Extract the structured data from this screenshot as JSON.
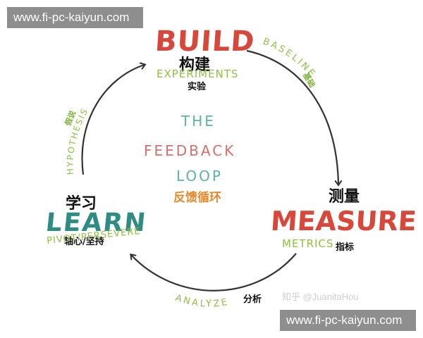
{
  "banners": {
    "top": "www.fi-pc-kaiyun.com",
    "bottom": "www.fi-pc-kaiyun.com"
  },
  "build": {
    "title": "BUILD",
    "zh": "构建",
    "sub": "EXPERIMENTS",
    "sub_zh": "实验"
  },
  "measure": {
    "title": "MEASURE",
    "zh": "测量",
    "sub": "METRICS",
    "sub_zh": "指标"
  },
  "learn": {
    "title": "LEARN",
    "zh": "学习",
    "sub": "PIVOT/PERSEVERE",
    "sub_zh": "轴心/坚持"
  },
  "arcs": {
    "baseline": "BASELINE",
    "baseline_zh": "基础",
    "analyze": "ANALYZE",
    "analyze_zh": "分析",
    "hypothesis": "HYPOTHESIS",
    "hypothesis_zh": "假说"
  },
  "center": {
    "line1": "THE",
    "line2": "FEEDBACK",
    "line3": "LOOP",
    "zh": "反馈循环"
  },
  "watermark": "知乎 @JuanitaHou",
  "colors": {
    "red": "#d7473a",
    "teal": "#2f8c82",
    "green": "#8fc046",
    "orange": "#e48a2b",
    "arrow": "#333333"
  }
}
